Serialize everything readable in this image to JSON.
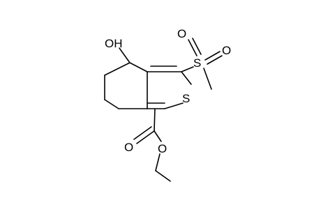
{
  "molecule": {
    "atoms": {
      "hydroxyl": "OH",
      "sulfone_s": "S",
      "sulfone_o_top": "O",
      "sulfone_o_right": "O",
      "ring_s": "S",
      "carbonyl_o": "O",
      "ester_o": "O"
    }
  }
}
